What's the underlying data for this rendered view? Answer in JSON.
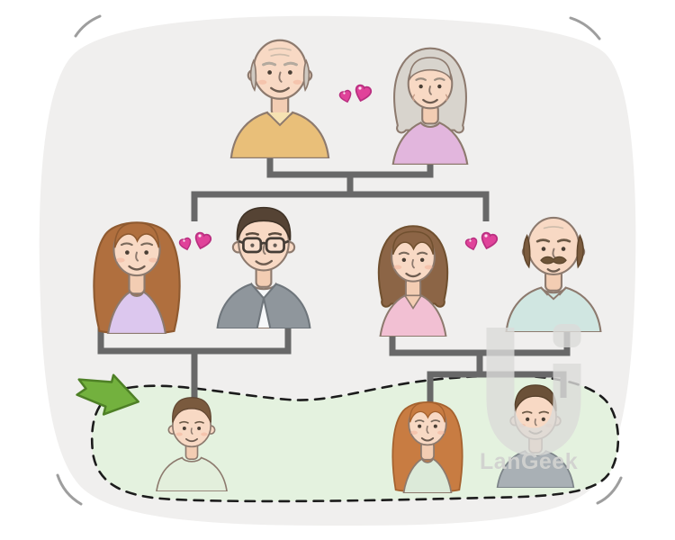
{
  "watermark": {
    "text": "LanGeek"
  },
  "illustration": {
    "type": "family-tree",
    "generations": [
      {
        "level": 1,
        "members": [
          "grandfather",
          "grandmother"
        ]
      },
      {
        "level": 2,
        "members": [
          "mother-left",
          "father-left",
          "mother-right",
          "father-right"
        ]
      },
      {
        "level": 3,
        "members": [
          "boy-left",
          "girl-right",
          "boy-right"
        ]
      }
    ],
    "couples": [
      {
        "members": [
          "grandfather",
          "grandmother"
        ],
        "icon": "hearts-icon"
      },
      {
        "members": [
          "mother-left",
          "father-left"
        ],
        "icon": "hearts-icon"
      },
      {
        "members": [
          "mother-right",
          "father-right"
        ],
        "icon": "hearts-icon"
      }
    ],
    "parent_child_links": [
      {
        "parents": [
          "grandfather",
          "grandmother"
        ],
        "children_couples": [
          "couple-left",
          "couple-right"
        ]
      },
      {
        "parents": [
          "mother-left",
          "father-left"
        ],
        "children": [
          "boy-left"
        ]
      },
      {
        "parents": [
          "mother-right",
          "father-right"
        ],
        "children": [
          "girl-right",
          "boy-right"
        ]
      }
    ],
    "highlight": {
      "style": "dashed-enclosure",
      "members": [
        "boy-left",
        "girl-right",
        "boy-right"
      ],
      "arrow_icon": "highlight-arrow-icon"
    }
  },
  "colors": {
    "background_blob": "#f0efee",
    "connector_line": "#686868",
    "heart_pink": "#e0439a",
    "highlight_fill": "#e4f2df",
    "highlight_border": "#1c1c1c",
    "arrow_green": "#73b13e",
    "watermark_gray": "#dcdcda"
  }
}
